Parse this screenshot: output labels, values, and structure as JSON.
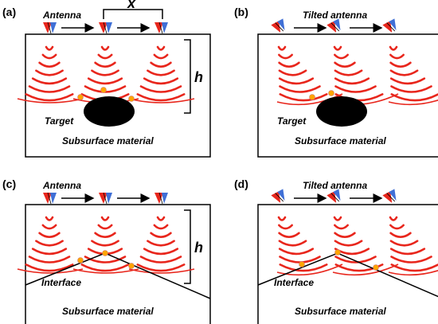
{
  "colors": {
    "wave": "#e8261c",
    "antenna_red": "#e8261c",
    "antenna_blue": "#3f6fd6",
    "reflection": "#ffa500",
    "outline": "#000000",
    "target": "#000000"
  },
  "panels": [
    {
      "letter": "(a)",
      "antenna_label": "Antenna",
      "tilted": false,
      "reflector": "target",
      "reflector_label": "Target",
      "material_label": "Subsurface material",
      "spacing_label": "x",
      "depth_label": "h"
    },
    {
      "letter": "(b)",
      "antenna_label": "Tilted antenna",
      "tilted": true,
      "reflector": "target",
      "reflector_label": "Target",
      "material_label": "Subsurface material"
    },
    {
      "letter": "(c)",
      "antenna_label": "Antenna",
      "tilted": false,
      "reflector": "interface",
      "reflector_label": "Interface",
      "material_label": "Subsurface material",
      "depth_label": "h"
    },
    {
      "letter": "(d)",
      "antenna_label": "Tilted antenna",
      "tilted": true,
      "reflector": "interface",
      "reflector_label": "Interface",
      "material_label": "Subsurface material"
    }
  ]
}
